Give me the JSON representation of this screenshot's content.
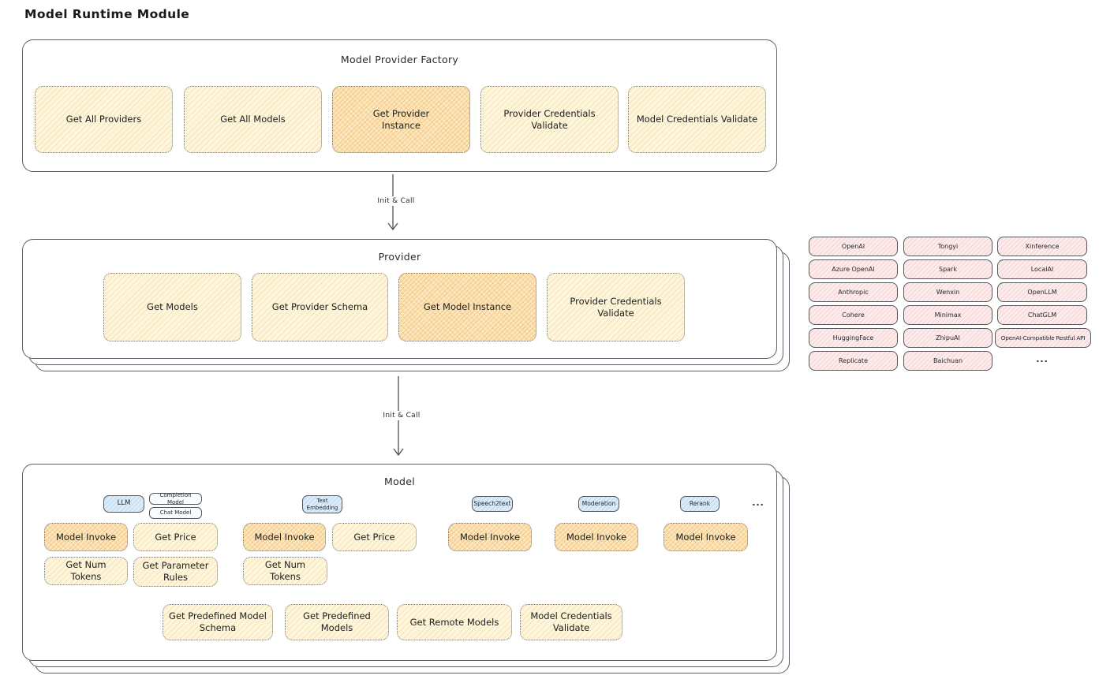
{
  "title": "Model Runtime Module",
  "factory": {
    "title": "Model Provider Factory",
    "boxes": [
      {
        "label": "Get All Providers"
      },
      {
        "label": "Get All Models"
      },
      {
        "label": "Get Provider Instance"
      },
      {
        "label": "Provider Credentials Validate"
      },
      {
        "label": "Model Credentials Validate"
      }
    ]
  },
  "arrow1_label": "Init & Call",
  "arrow2_label": "Init & Call",
  "provider": {
    "title": "Provider",
    "boxes": [
      {
        "label": "Get Models"
      },
      {
        "label": "Get Provider Schema"
      },
      {
        "label": "Get Model Instance"
      },
      {
        "label": "Provider Credentials Validate"
      }
    ]
  },
  "provider_grid": {
    "rows": [
      [
        "OpenAI",
        "Tongyi",
        "Xinference"
      ],
      [
        "Azure OpenAI",
        "Spark",
        "LocalAI"
      ],
      [
        "Anthropic",
        "Wenxin",
        "OpenLLM"
      ],
      [
        "Cohere",
        "Minimax",
        "ChatGLM"
      ],
      [
        "HuggingFace",
        "ZhipuAI",
        "OpenAI-Compatible Restful API"
      ],
      [
        "Replicate",
        "Baichuan"
      ]
    ],
    "ellipsis": "..."
  },
  "model": {
    "title": "Model",
    "tags": {
      "llm": "LLM",
      "completion": "Completion Model",
      "chat": "Chat Model",
      "text_embedding": "Text Embedding",
      "speech2text": "Speech2text",
      "moderation": "Moderation",
      "rerank": "Rerank",
      "ellipsis": "..."
    },
    "ops": {
      "llm": [
        "Model Invoke",
        "Get Price",
        "Get Num Tokens",
        "Get Parameter Rules"
      ],
      "embedding": [
        "Model Invoke",
        "Get Price",
        "Get Num Tokens"
      ],
      "speech2text": [
        "Model Invoke"
      ],
      "moderation": [
        "Model Invoke"
      ],
      "rerank": [
        "Model Invoke"
      ]
    },
    "bottom": [
      "Get Predefined Model Schema",
      "Get Predefined Models",
      "Get Remote Models",
      "Model Credentials Validate"
    ]
  },
  "colors": {
    "light_yellow": "#fdf6dc",
    "highlight_orange": "#fbe7c0",
    "provider_pink": "#fcecec",
    "tag_blue": "#dcecf9",
    "stroke": "#5a5f65"
  }
}
